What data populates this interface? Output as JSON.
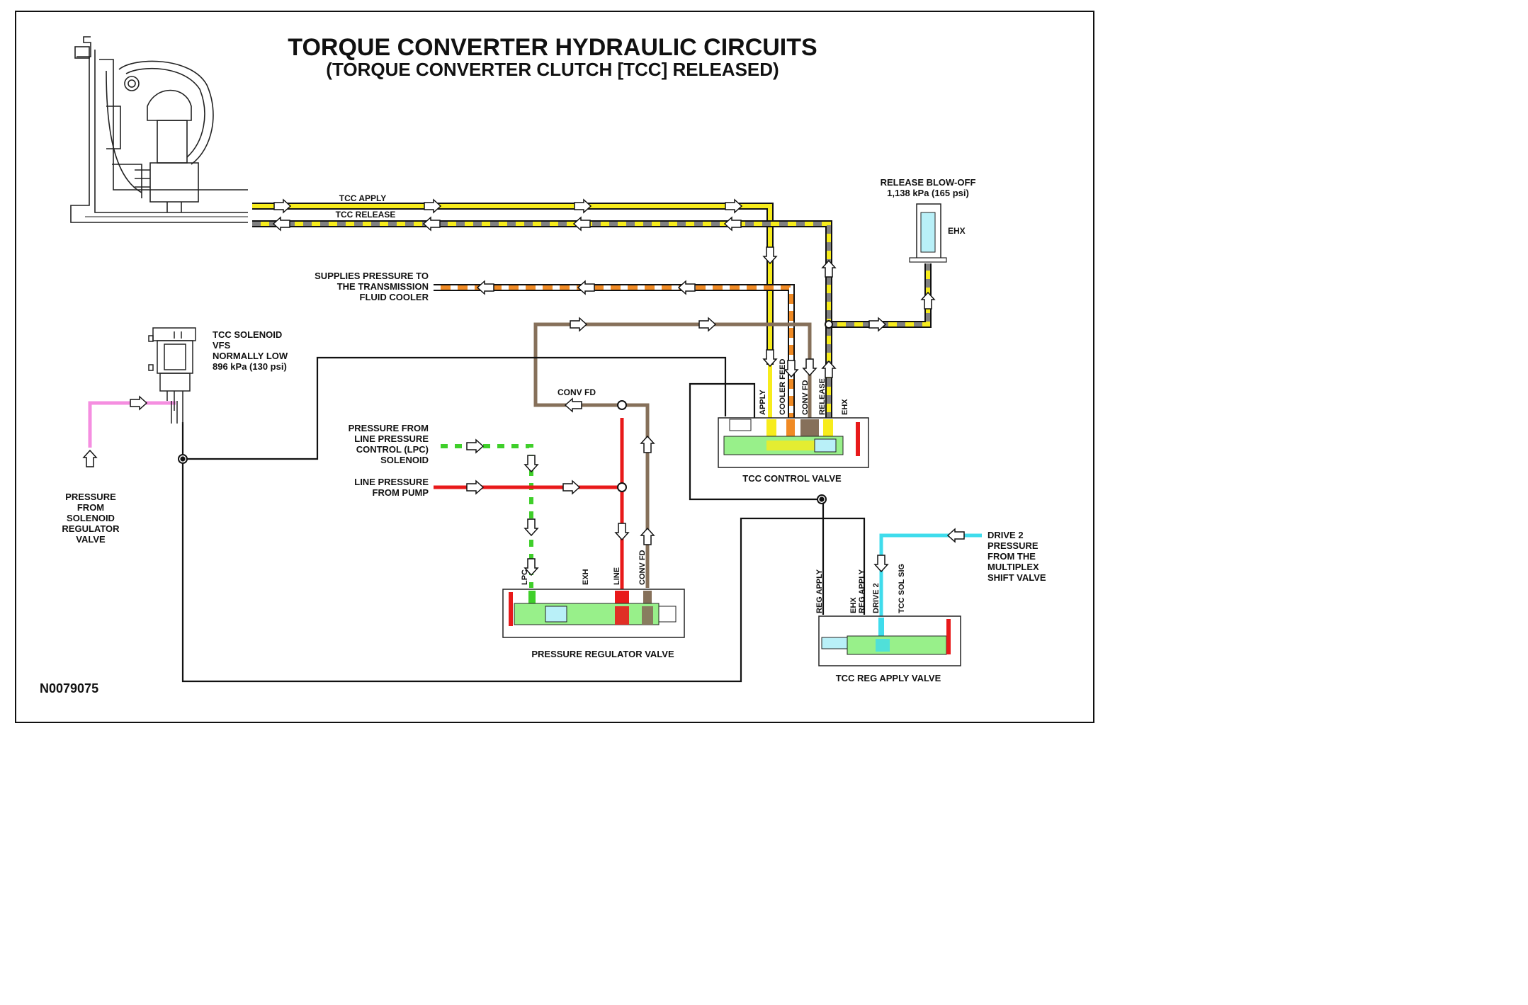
{
  "title": "TORQUE CONVERTER HYDRAULIC CIRCUITS",
  "subtitle": "(TORQUE CONVERTER CLUTCH [TCC] RELEASED)",
  "figure_id": "N0079075",
  "lines": {
    "tcc_apply": "TCC APPLY",
    "tcc_release": "TCC RELEASE",
    "cooler_1": "SUPPLIES PRESSURE TO",
    "cooler_2": "THE TRANSMISSION",
    "cooler_3": "FLUID COOLER",
    "conv_fd": "CONV FD",
    "lpc_1": "PRESSURE FROM",
    "lpc_2": "LINE PRESSURE",
    "lpc_3": "CONTROL (LPC)",
    "lpc_4": "SOLENOID",
    "line_1": "LINE PRESSURE",
    "line_2": "FROM PUMP",
    "sol_reg_1": "PRESSURE",
    "sol_reg_2": "FROM",
    "sol_reg_3": "SOLENOID",
    "sol_reg_4": "REGULATOR",
    "sol_reg_5": "VALVE",
    "drive2_1": "DRIVE 2",
    "drive2_2": "PRESSURE",
    "drive2_3": "FROM THE",
    "drive2_4": "MULTIPLEX",
    "drive2_5": "SHIFT VALVE"
  },
  "solenoid": {
    "line1": "TCC SOLENOID",
    "line2": "VFS",
    "line3": "NORMALLY LOW",
    "line4": "896 kPa (130 psi)"
  },
  "blowoff": {
    "line1": "RELEASE BLOW-OFF",
    "line2": "1,138 kPa (165 psi)",
    "ehx": "EHX"
  },
  "tcc_control_valve": {
    "name": "TCC CONTROL VALVE",
    "ports": [
      "APPLY",
      "COOLER FEED",
      "CONV FD",
      "RELEASE",
      "EHX"
    ]
  },
  "pressure_regulator_valve": {
    "name": "PRESSURE REGULATOR VALVE",
    "ports": [
      "LPC",
      "EXH",
      "LINE",
      "CONV FD"
    ]
  },
  "tcc_reg_apply_valve": {
    "name": "TCC REG APPLY VALVE",
    "ports": [
      "REG APPLY",
      "EHX",
      "REG APPLY",
      "DRIVE 2",
      "TCC SOL SIG"
    ]
  },
  "colors": {
    "apply": "#f7ec1c",
    "release_dash": "#808080",
    "cooler": "#f08a24",
    "conv_feed": "#86705a",
    "lpc": "#3fcf2a",
    "line": "#e8191a",
    "solenoid_reg": "#f58ee0",
    "drive2": "#3fdcec",
    "valve_green": "#98f08a"
  }
}
